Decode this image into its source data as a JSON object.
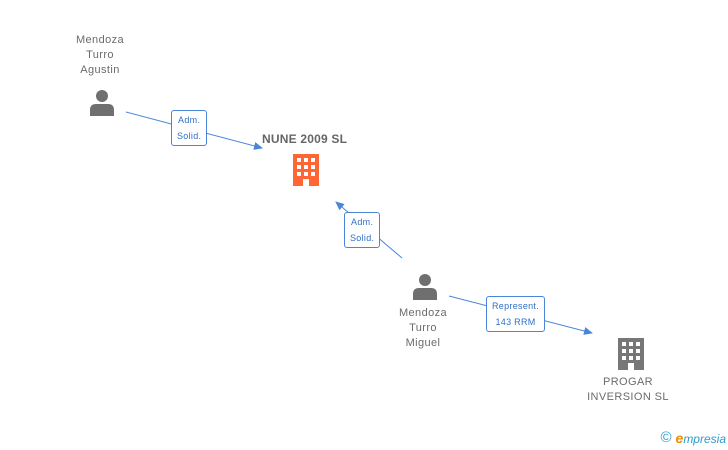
{
  "nodes": {
    "person_agustin": {
      "lines": [
        "Mendoza",
        "Turro",
        "Agustin"
      ]
    },
    "company_nune": {
      "title": "NUNE 2009 SL",
      "color": "#ff6633"
    },
    "person_miguel": {
      "lines": [
        "Mendoza",
        "Turro",
        "Miguel"
      ]
    },
    "company_progar": {
      "lines": [
        "PROGAR",
        "INVERSION SL"
      ],
      "color": "#777777"
    }
  },
  "edges": {
    "agustin_nune": {
      "lines": [
        "Adm.",
        "Solid."
      ]
    },
    "miguel_nune": {
      "lines": [
        "Adm.",
        "Solid."
      ]
    },
    "miguel_progar": {
      "lines": [
        "Represent.",
        "143 RRM"
      ]
    }
  },
  "colors": {
    "edge": "#4a86d8",
    "person_icon": "#6f6f6f"
  },
  "footer": {
    "copyright": "©",
    "brand_initial": "e",
    "brand_rest": "mpresia"
  }
}
